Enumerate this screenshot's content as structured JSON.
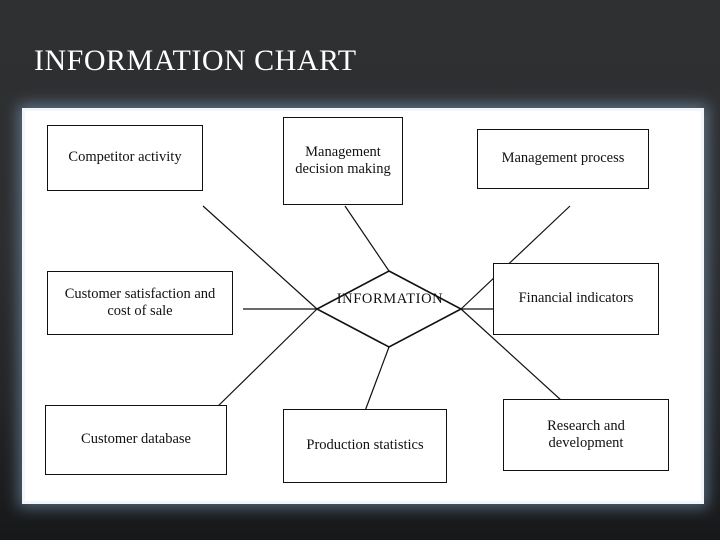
{
  "slide": {
    "title": "INFORMATION CHART",
    "background_color": "#2c2d2f",
    "panel_color": "#ffffff",
    "line_color": "#111111"
  },
  "diagram": {
    "type": "hub-and-spoke",
    "center": {
      "label": "INFORMATION",
      "shape": "diamond"
    },
    "nodes": [
      {
        "label": "Competitor activity",
        "shape": "rectangle"
      },
      {
        "label": "Management decision making",
        "shape": "rectangle"
      },
      {
        "label": "Management process",
        "shape": "rectangle"
      },
      {
        "label": "Customer satisfaction and cost of sale",
        "shape": "rectangle"
      },
      {
        "label": "Financial indicators",
        "shape": "rectangle"
      },
      {
        "label": "Customer database",
        "shape": "rectangle"
      },
      {
        "label": "Production statistics",
        "shape": "rectangle"
      },
      {
        "label": "Research and development",
        "shape": "rectangle"
      }
    ]
  }
}
